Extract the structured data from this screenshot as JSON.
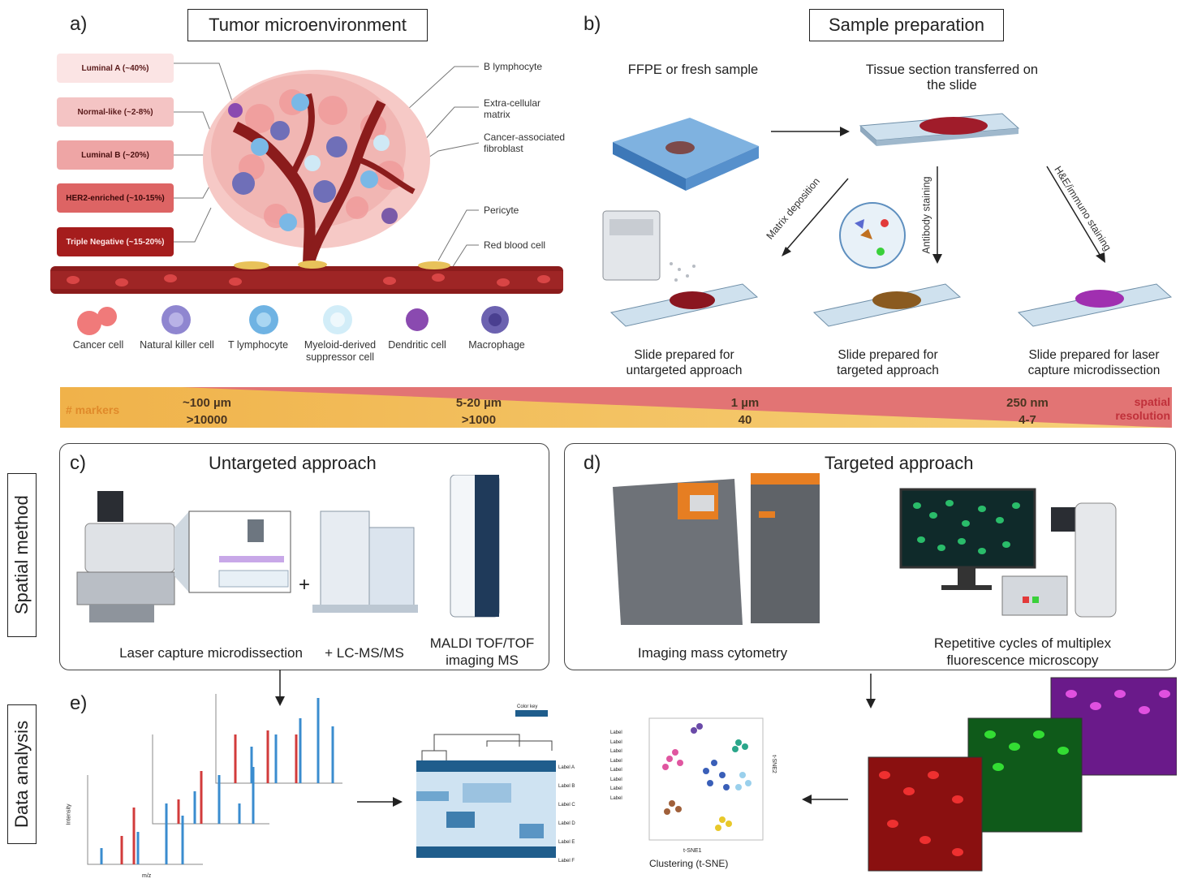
{
  "panels": {
    "a": {
      "letter": "a)",
      "title": "Tumor microenvironment",
      "subtypes": [
        "Luminal A (~40%)",
        "Normal-like (~2-8%)",
        "Luminal B (~20%)",
        "HER2-enriched (~10-15%)",
        "Triple Negative (~15-20%)"
      ],
      "callouts": [
        "B lymphocyte",
        "Extra-cellular matrix",
        "Cancer-associated fibroblast",
        "Pericyte",
        "Red blood cell"
      ],
      "cells": [
        "Cancer cell",
        "Natural killer cell",
        "T lymphocyte",
        "Myeloid-derived suppressor cell",
        "Dendritic cell",
        "Macrophage"
      ]
    },
    "b": {
      "letter": "b)",
      "title": "Sample preparation",
      "sample": "FFPE or fresh sample",
      "transfer": "Tissue section transferred on the slide",
      "arrows": [
        "Matrix deposition",
        "Antibody staining",
        "H&E/immuno staining"
      ],
      "slides": [
        "Slide prepared for untargeted approach",
        "Slide prepared for targeted approach",
        "Slide prepared for laser capture microdissection"
      ]
    },
    "band": {
      "left_label": "# markers",
      "right_label": "spatial resolution",
      "levels": [
        {
          "resolution": "~100 µm",
          "markers": ">10000"
        },
        {
          "resolution": "5-20 µm",
          "markers": ">1000"
        },
        {
          "resolution": "1 µm",
          "markers": "40"
        },
        {
          "resolution": "250 nm",
          "markers": "4-7"
        }
      ]
    },
    "side_labels": [
      "Spatial method",
      "Data analysis"
    ],
    "c": {
      "letter": "c)",
      "title": "Untargeted approach",
      "lcm": "Laser capture microdissection",
      "plus": "+",
      "lcms": "+ LC-MS/MS",
      "maldi": "MALDI TOF/TOF imaging MS"
    },
    "d": {
      "letter": "d)",
      "title": "Targeted approach",
      "imc": "Imaging mass cytometry",
      "fluor": "Repetitive cycles of multiplex fluorescence microscopy"
    },
    "e": {
      "letter": "e)",
      "clustering": "Clustering (t-SNE)",
      "heatmap_key": "Color key",
      "heatmap_rows": [
        "Label A",
        "Label B",
        "Label C",
        "Label D",
        "Label E",
        "Label F"
      ],
      "tsne_labels": [
        "Label",
        "Label",
        "Label",
        "Label",
        "Label",
        "Label",
        "Label",
        "Label"
      ],
      "spec_axis": [
        "m/z",
        "Intensity"
      ],
      "tsne_axes": [
        "t-SNE1",
        "t-SNE2"
      ]
    }
  },
  "colors": {
    "vessel": "#8b1c1c",
    "band_left": "#f2c25a",
    "band_right": "#e07070",
    "spec_red": "#d23b3b",
    "spec_blue": "#3a8ccf",
    "heat_dark": "#1f5d8c"
  }
}
